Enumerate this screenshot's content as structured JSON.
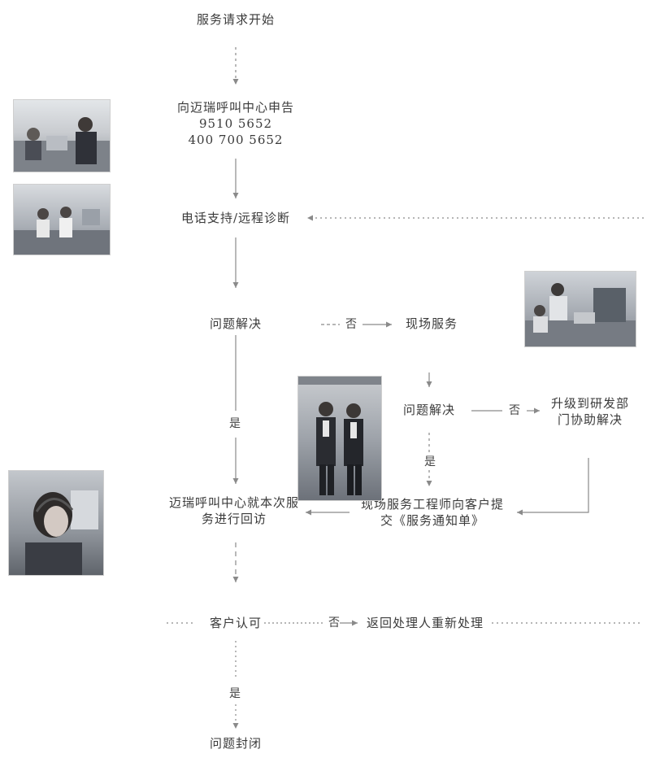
{
  "nodes": {
    "start": "服务请求开始",
    "report": [
      "向迈瑞呼叫中心申告",
      "9510 5652",
      "400 700 5652"
    ],
    "phone_support": "电话支持/远程诊断",
    "resolved_1": "问题解决",
    "onsite": "现场服务",
    "resolved_2": "问题解决",
    "escalate": [
      "升级到研发部",
      "门协助解决"
    ],
    "engineer_submit": [
      "现场服务工程师向客户提",
      "交《服务通知单》"
    ],
    "callback": [
      "迈瑞呼叫中心就本次服",
      "务进行回访"
    ],
    "customer_confirm": "客户认可",
    "reassign": "返回处理人重新处理",
    "closed": "问题封闭"
  },
  "edge_labels": {
    "no_1": "否",
    "yes_1": "是",
    "no_2": "否",
    "yes_2": "是",
    "no_3": "否",
    "yes_3": "是"
  },
  "photos": [
    {
      "name": "call-center-photo-1",
      "subject": "call-center-staff"
    },
    {
      "name": "call-center-photo-2",
      "subject": "call-center-desk"
    },
    {
      "name": "onsite-service-photo",
      "subject": "engineer-at-work"
    },
    {
      "name": "engineers-photo",
      "subject": "two-engineers"
    },
    {
      "name": "operator-photo",
      "subject": "headset-operator"
    }
  ],
  "colors": {
    "line": "#8a8a8a",
    "text": "#3a3a3a"
  }
}
